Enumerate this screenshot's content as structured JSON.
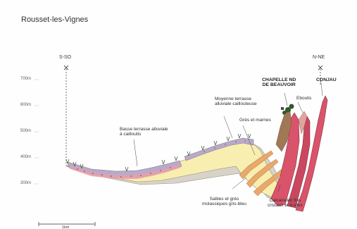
{
  "title": "Rousset-les-Vignes",
  "orientation": {
    "left": "S-SO",
    "right": "N-NE"
  },
  "elevation_labels": [
    "700m",
    "600m",
    "500m",
    "400m",
    "300m"
  ],
  "annotations": {
    "basse_terrasse": [
      "Basse terrasse alluviale",
      "à cailloutis"
    ],
    "moyenne_terrasse": [
      "Moyenne terrasse",
      "alluviale caillouteuse"
    ],
    "gres_marnes": "Grès et marnes",
    "chapelle": [
      "CHAPELLE ND",
      "DE BEAUVOIR"
    ],
    "conjau": "CONJAU",
    "eboulis": "Eboulis",
    "sables": [
      "Sables et grès",
      "molassiques gris-bleu"
    ],
    "calcaire": [
      "Calcaire en fins",
      "cristaux et à silex"
    ]
  },
  "scale_label": "1km",
  "colors": {
    "yellow_sand": "#f7eeb0",
    "gray_molasse": "#d8d3c8",
    "purple_terrace": "#b9aac9",
    "red_gravel": "#e8a0a8",
    "limestone": "#d9546b",
    "marl_orange": "#e8a96a",
    "vegetation": "#3f6b3a"
  }
}
